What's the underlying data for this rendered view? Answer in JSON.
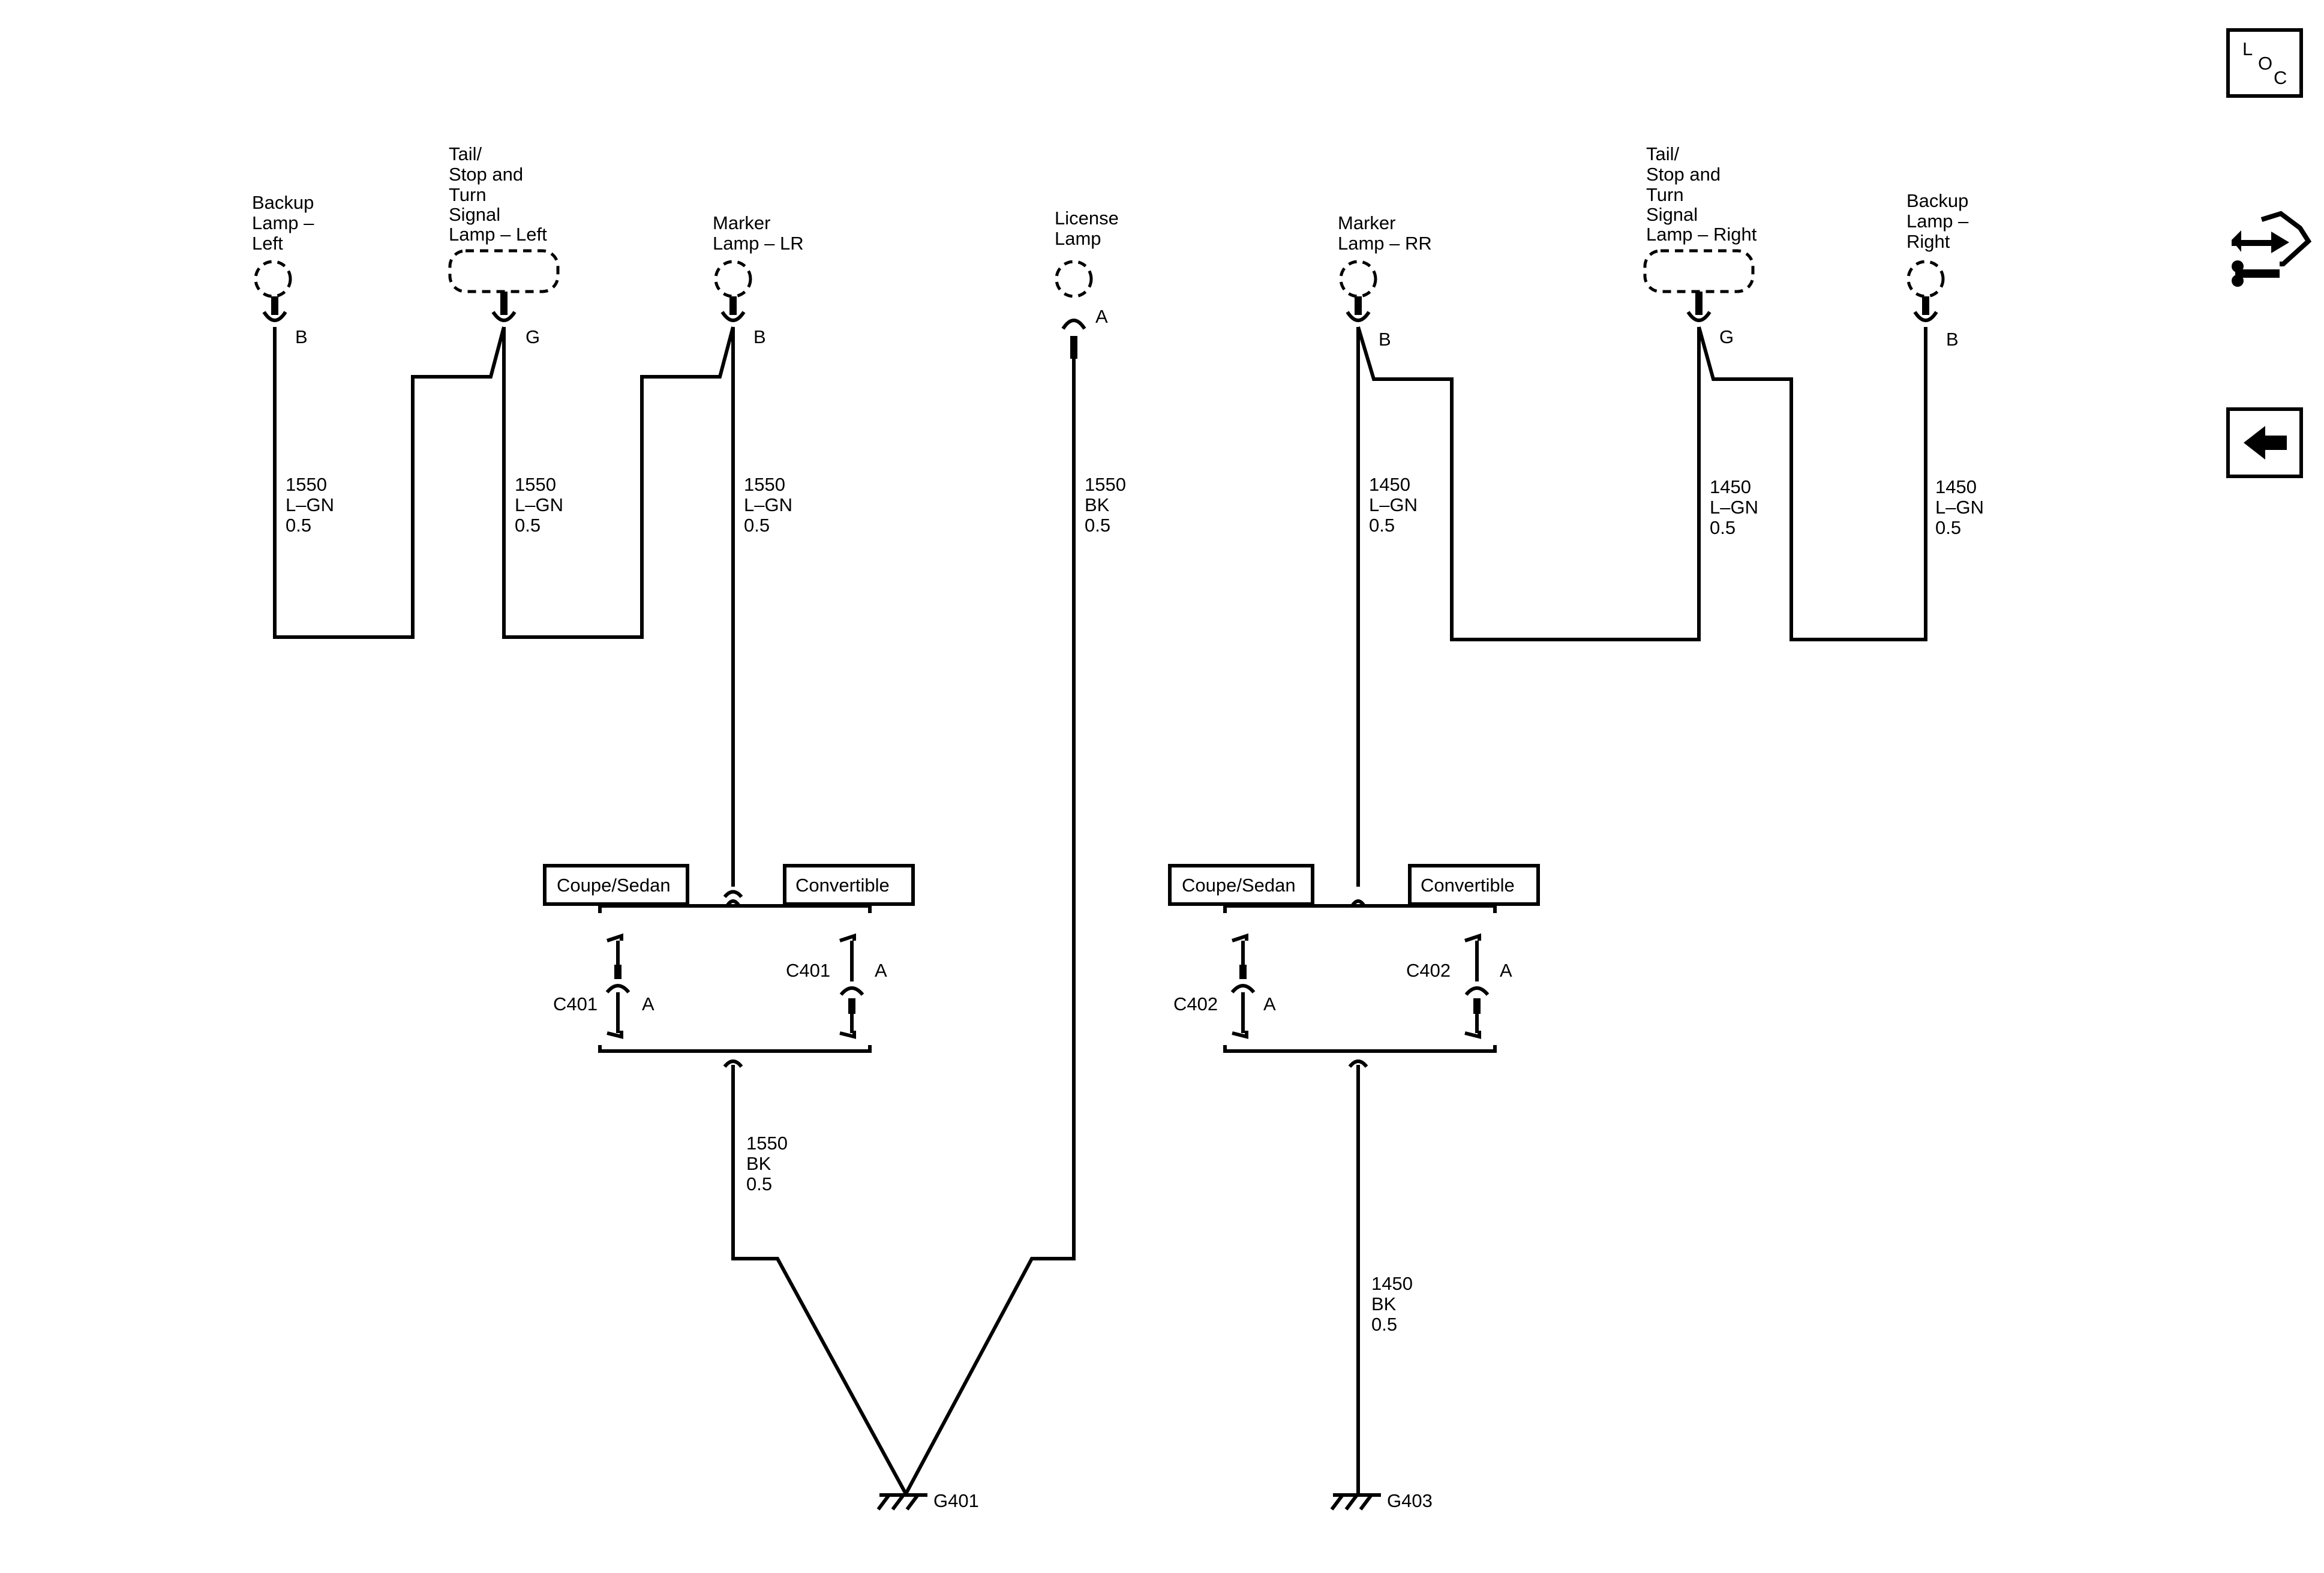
{
  "lamps": {
    "backup_left": [
      "Backup",
      "Lamp –",
      "Left"
    ],
    "tail_left": [
      "Tail/",
      "Stop and",
      "Turn",
      "Signal",
      "Lamp – Left"
    ],
    "marker_lr": [
      "Marker",
      "Lamp – LR"
    ],
    "license": [
      "License",
      "Lamp"
    ],
    "marker_rr": [
      "Marker",
      "Lamp – RR"
    ],
    "tail_right": [
      "Tail/",
      "Stop and",
      "Turn",
      "Signal",
      "Lamp – Right"
    ],
    "backup_right": [
      "Backup",
      "Lamp –",
      "Right"
    ]
  },
  "pins": {
    "backup_left": "B",
    "tail_left": "G",
    "marker_lr": "B",
    "license": "A",
    "marker_rr": "B",
    "tail_right": "G",
    "backup_right": "B"
  },
  "wires": {
    "w1": [
      "1550",
      "L–GN",
      "0.5"
    ],
    "w2": [
      "1550",
      "L–GN",
      "0.5"
    ],
    "w3": [
      "1550",
      "L–GN",
      "0.5"
    ],
    "w4": [
      "1550",
      "BK",
      "0.5"
    ],
    "w5": [
      "1450",
      "L–GN",
      "0.5"
    ],
    "w6": [
      "1450",
      "L–GN",
      "0.5"
    ],
    "w7": [
      "1450",
      "L–GN",
      "0.5"
    ],
    "w8": [
      "1550",
      "BK",
      "0.5"
    ],
    "w9": [
      "1450",
      "BK",
      "0.5"
    ]
  },
  "options": {
    "left_coupe": "Coupe/Sedan",
    "left_conv": "Convertible",
    "right_coupe": "Coupe/Sedan",
    "right_conv": "Convertible"
  },
  "connectors": {
    "c401_a": "C401",
    "c401_a_pin": "A",
    "c401_b": "C401",
    "c401_b_pin": "A",
    "c402_a": "C402",
    "c402_a_pin": "A",
    "c402_b": "C402",
    "c402_b_pin": "A"
  },
  "grounds": {
    "g401": "G401",
    "g403": "G403"
  },
  "nav": {
    "loc_l": "L",
    "loc_o": "O",
    "loc_c": "C",
    "icons": [
      "loc-icon",
      "connector-harness-icon",
      "back-arrow-icon"
    ]
  }
}
